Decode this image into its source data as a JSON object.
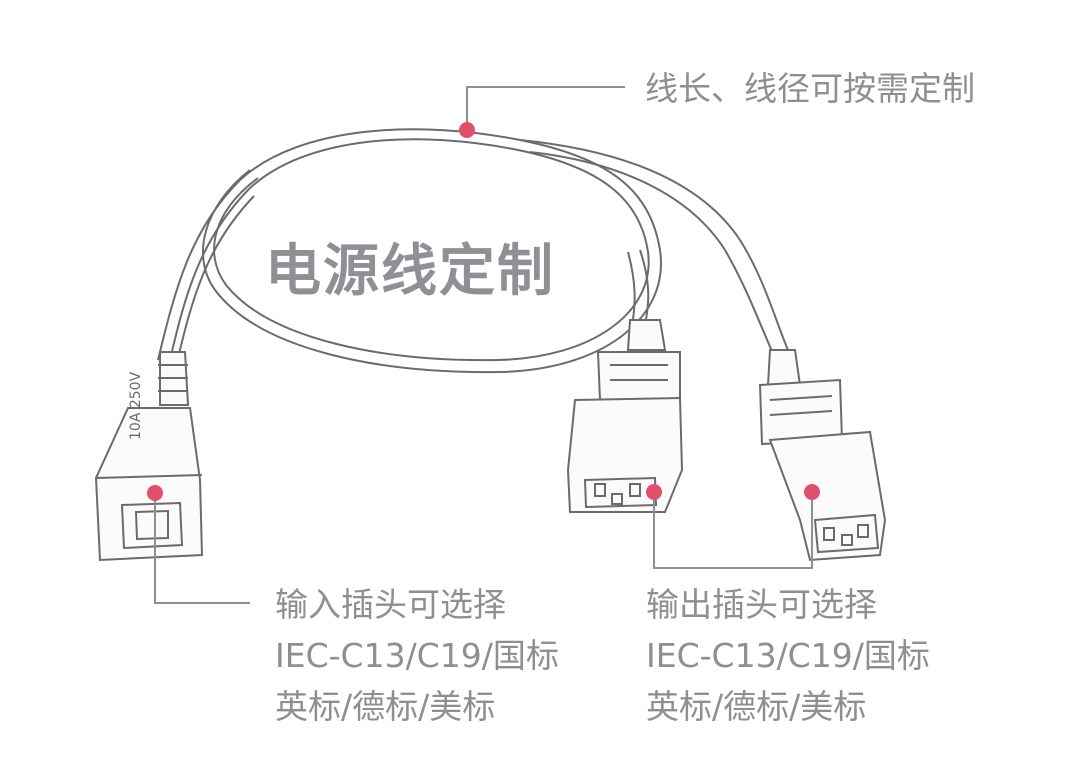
{
  "title": "电源线定制",
  "top_note": "线长、线径可按需定制",
  "input_block": {
    "line1": "输入插头可选择",
    "line2": "IEC-C13/C19/国标",
    "line3": "英标/德标/美标"
  },
  "output_block": {
    "line1": "输出插头可选择",
    "line2": "IEC-C13/C19/国标",
    "line3": "英标/德标/美标"
  },
  "colors": {
    "marker": "#e0506a",
    "leader": "#8e8e93",
    "cable": "#6b6b6b",
    "text": "#8e8e93"
  }
}
